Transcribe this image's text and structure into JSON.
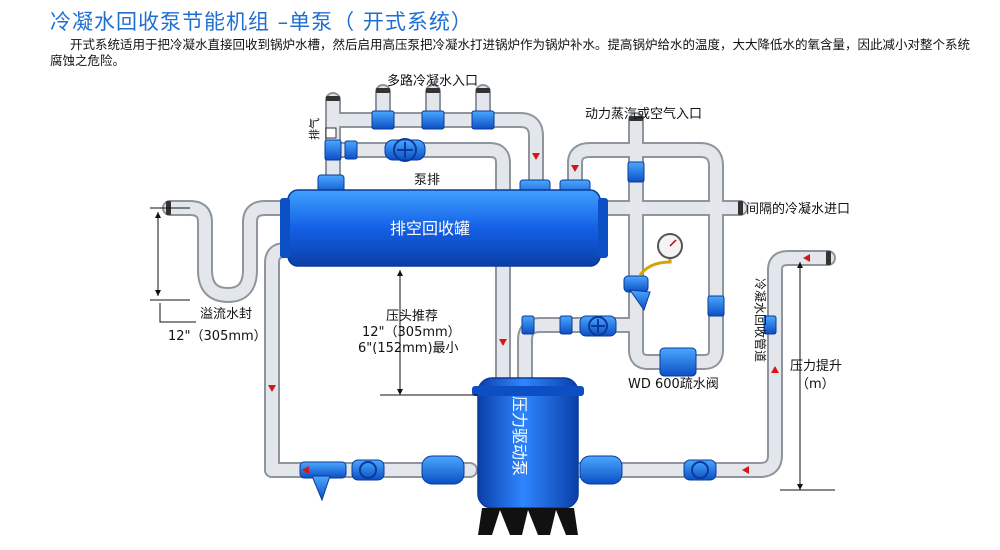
{
  "title": "冷凝水回收泵节能机组 –单泵（ 开式系统）",
  "description": "开式系统适用于把冷凝水直接回收到锅炉水槽，然后启用高压泵把冷凝水打进锅炉作为锅炉补水。提高锅炉给水的温度，大大降低水的氧含量，因此减小对整个系统腐蚀之危险。",
  "labels": {
    "multi_inlet": "多路冷凝水入口",
    "motive_inlet": "动力蒸汽或空气入口",
    "vent": "排气",
    "pump_exhaust": "泵排",
    "tank": "排空回收罐",
    "intermittent_inlet": "间隔的冷凝水进口",
    "overflow_seal": "溢流水封",
    "overflow_seal_value": "12\"（305mm）",
    "head_title": "压头推荐",
    "head_value1": "12\"（305mm）",
    "head_value2": "6\"(152mm)最小",
    "drain_valve": "WD 600疏水阀",
    "return_pipe": "冷凝水回收管道",
    "pressure_lift": "压力提升",
    "pressure_unit": "（m）",
    "pump": "压力驱动泵"
  },
  "colors": {
    "pipe": "#dfe3e8",
    "pipe_edge": "#8e959e",
    "tank_blue": "#1460e6",
    "arrow_red": "#d8141b",
    "title_blue": "#1f6fd1"
  }
}
